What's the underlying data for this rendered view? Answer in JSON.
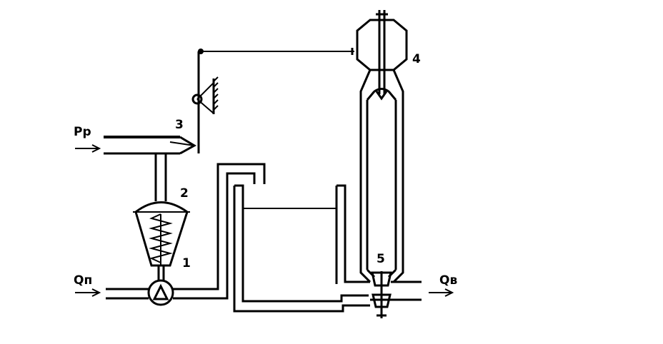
{
  "diagram": {
    "labels": {
      "pump": "1",
      "membrane": "2",
      "nozzle": "3",
      "head_vessel": "4",
      "valve": "5",
      "pressure_in": "Pр",
      "flow_in": "Qп",
      "flow_out": "Qв"
    },
    "colors": {
      "stroke": "#000000",
      "background": "#ffffff"
    }
  }
}
